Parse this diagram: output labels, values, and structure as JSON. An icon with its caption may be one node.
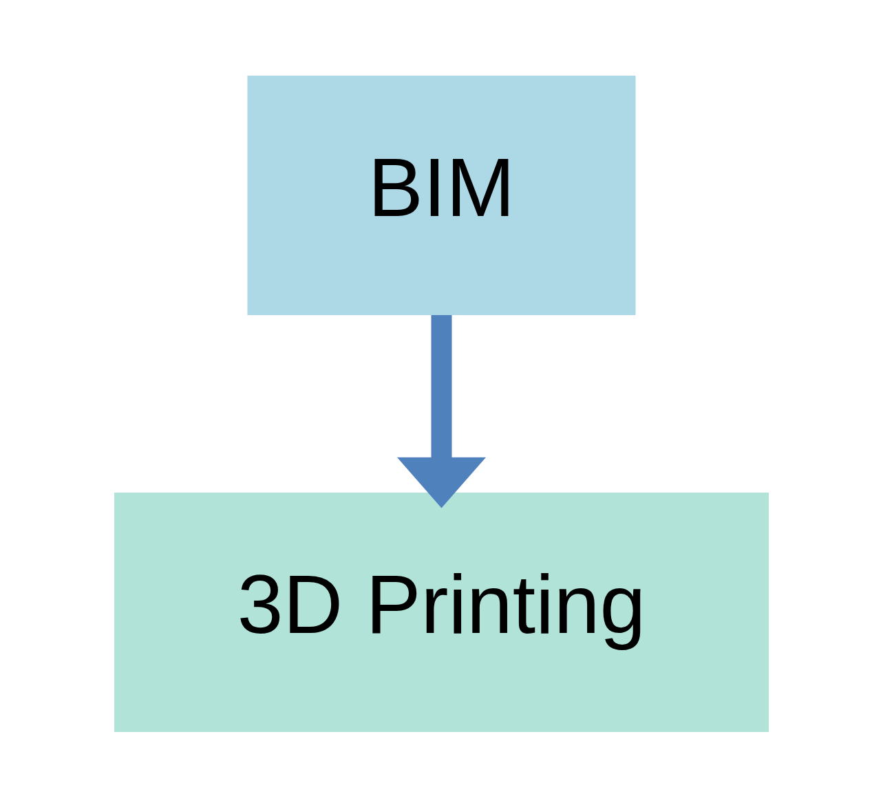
{
  "diagram": {
    "nodes": [
      {
        "text": [
          "BIM"
        ]
      },
      {
        "text": [
          "3D Printing"
        ]
      }
    ],
    "edges": [
      {
        "from": 0,
        "to": 1,
        "arrow": "to"
      }
    ]
  }
}
